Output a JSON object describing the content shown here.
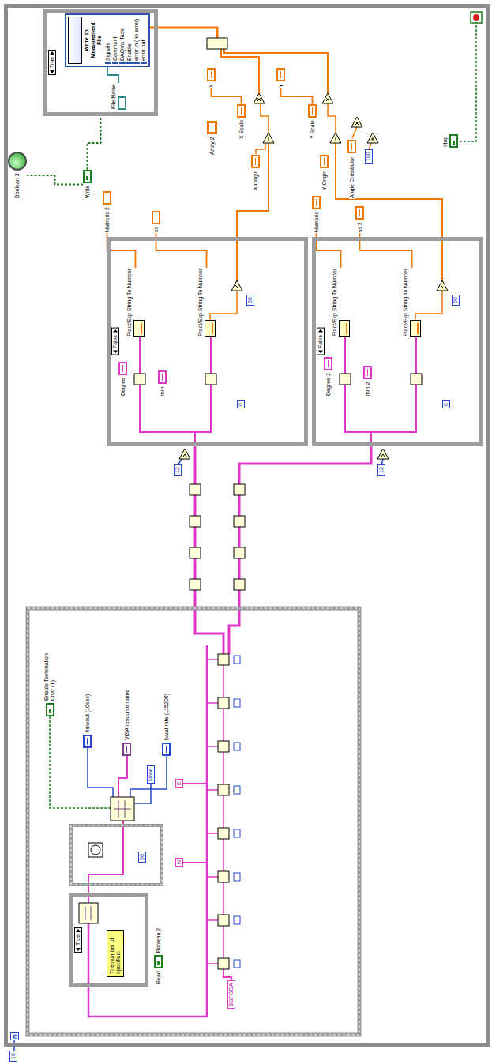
{
  "diagram": {
    "nodes": [
      {
        "text": [
          "N"
        ]
      },
      {
        "text": [
          "True"
        ],
        "in": 0
      },
      {
        "text": [
          "Write To Measurement File",
          "Signals",
          "Comment",
          "DAQmx Task",
          "Enable",
          "error in (no error)",
          "error out"
        ],
        "in": 1
      },
      {
        "text": [
          "File Name"
        ],
        "in": 1
      },
      {
        "text": [
          "Boolean 3"
        ],
        "in": 0
      },
      {
        "text": [
          "Write"
        ],
        "in": 0
      },
      {
        "text": [
          "stop"
        ],
        "in": 0
      },
      {
        "text": [
          "X"
        ],
        "in": 0
      },
      {
        "text": [
          "Y"
        ],
        "in": 0
      },
      {
        "text": [
          "X Scale"
        ],
        "in": 0
      },
      {
        "text": [
          "Y Scale"
        ],
        "in": 0
      },
      {
        "text": [
          "X Origin"
        ],
        "in": 0
      },
      {
        "text": [
          "Y Origin"
        ],
        "in": 0
      },
      {
        "text": [
          "Array 2"
        ],
        "in": 0
      },
      {
        "text": [
          "Angle Orientation"
        ],
        "in": 0
      },
      {
        "text": [
          "180"
        ],
        "in": 0
      },
      {
        "text": [
          "False"
        ],
        "in": 0
      },
      {
        "text": [
          "Degree"
        ],
        "in": 16
      },
      {
        "text": [
          "mm"
        ],
        "in": 16
      },
      {
        "text": [
          "Fract/Exp String To Number"
        ],
        "in": 16
      },
      {
        "text": [
          "Fract/Exp String To Number"
        ],
        "in": 16
      },
      {
        "text": [
          "Numeric 2"
        ],
        "in": 0
      },
      {
        "text": [
          "ss"
        ],
        "in": 0
      },
      {
        "text": [
          "False"
        ],
        "in": 0
      },
      {
        "text": [
          "Degree 2"
        ],
        "in": 23
      },
      {
        "text": [
          "mm 2"
        ],
        "in": 23
      },
      {
        "text": [
          "Fract/Exp String To Number"
        ],
        "in": 23
      },
      {
        "text": [
          "Fract/Exp String To Number"
        ],
        "in": 23
      },
      {
        "text": [
          "Numeric"
        ],
        "in": 0
      },
      {
        "text": [
          "ss 2"
        ],
        "in": 0
      },
      {
        "text": [
          "Enable Termination Char (T)"
        ],
        "in": 0
      },
      {
        "text": [
          "timeout (10sec)"
        ],
        "in": 0
      },
      {
        "text": [
          "VISA resource name"
        ],
        "in": 0
      },
      {
        "text": [
          "baud rate (115200)"
        ],
        "in": 0
      },
      {
        "text": [
          "True"
        ],
        "in": 0
      },
      {
        "text": [
          "The number of specified."
        ],
        "in": 34
      },
      {
        "text": [
          "Read",
          "Boolean 2"
        ],
        "in": 0
      },
      {
        "text": [
          "$GPGGA"
        ],
        "in": 0
      },
      {
        "text": [
          "E"
        ],
        "in": 0
      },
      {
        "text": [
          "N"
        ],
        "in": 0
      }
    ],
    "edges": [
      {
        "from": 5,
        "to": 4,
        "arrow": "none"
      },
      {
        "from": 5,
        "to": 1,
        "arrow": "none"
      },
      {
        "from": 9,
        "to": 7,
        "arrow": "none"
      },
      {
        "from": 10,
        "to": 8,
        "arrow": "none"
      },
      {
        "from": 19,
        "to": 21,
        "arrow": "none"
      },
      {
        "from": 20,
        "to": 22,
        "arrow": "none"
      },
      {
        "from": 26,
        "to": 28,
        "arrow": "none"
      },
      {
        "from": 27,
        "to": 29,
        "arrow": "none"
      },
      {
        "from": 3,
        "to": 2,
        "arrow": "none"
      }
    ],
    "labels": [
      "10",
      "50",
      "None",
      "12",
      "12",
      "60",
      "60",
      "0",
      "0"
    ]
  }
}
